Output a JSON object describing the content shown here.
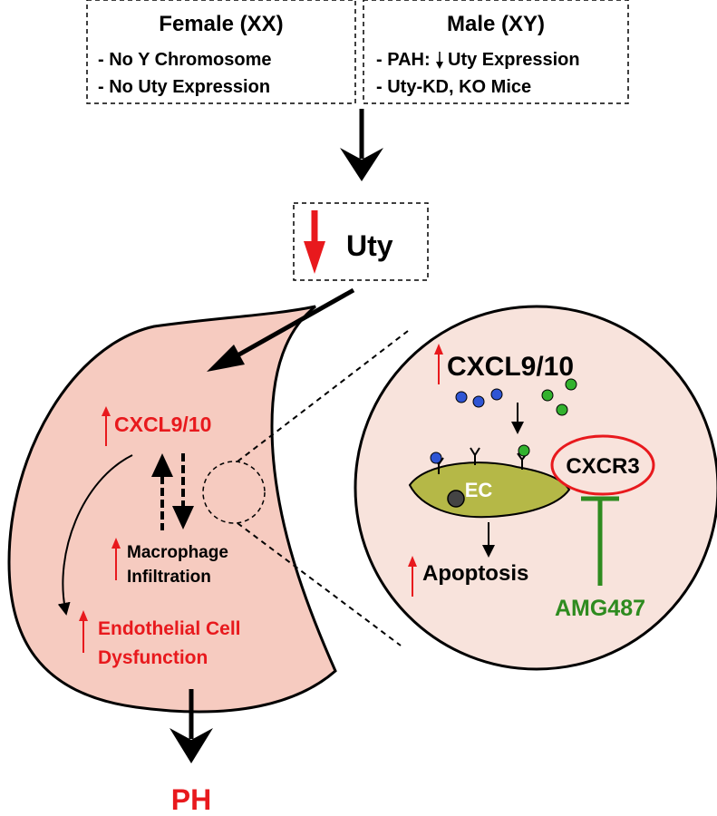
{
  "female_box": {
    "title": "Female (XX)",
    "line1": "- No Y Chromosome",
    "line2": "- No Uty Expression"
  },
  "male_box": {
    "title": "Male (XY)",
    "line1_prefix": "- PAH:",
    "line1_suffix": "Uty Expression",
    "line2": "- Uty-KD, KO Mice"
  },
  "uty_box": {
    "label": "Uty"
  },
  "lung": {
    "cxcl_label": "CXCL9/10",
    "macrophage_line1": "Macrophage",
    "macrophage_line2": "Infiltration",
    "endothelial_line1": "Endothelial Cell",
    "endothelial_line2": "Dysfunction"
  },
  "inset": {
    "cxcl_label": "CXCL9/10",
    "ec_label": "EC",
    "receptor_label": "CXCR3",
    "apoptosis_label": "Apoptosis",
    "inhibitor_label": "AMG487"
  },
  "outcome": {
    "label": "PH"
  },
  "colors": {
    "red": "#e8191d",
    "green": "#2e8b1f",
    "lung_fill": "#f6cbc0",
    "inset_fill": "#f8e3dc",
    "cell_fill": "#b5b847",
    "blue_dot": "#2f55d4",
    "green_dot": "#33b22e"
  }
}
